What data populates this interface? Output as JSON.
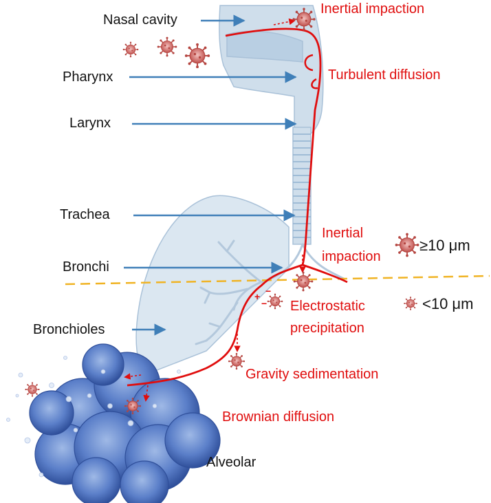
{
  "anatomy": {
    "nasal_cavity": "Nasal cavity",
    "pharynx": "Pharynx",
    "larynx": "Larynx",
    "trachea": "Trachea",
    "bronchi": "Bronchi",
    "bronchioles": "Bronchioles",
    "alveolar": "Alveolar"
  },
  "mechanisms": {
    "inertial_impaction_upper": "Inertial impaction",
    "turbulent_diffusion": "Turbulent diffusion",
    "inertial_impaction_lower_line1": "Inertial",
    "inertial_impaction_lower_line2": "impaction",
    "electrostatic_line1": "Electrostatic",
    "electrostatic_line2": "precipitation",
    "gravity_sedimentation": "Gravity sedimentation",
    "brownian_diffusion": "Brownian diffusion"
  },
  "size_legend": {
    "large": "≥10 μm",
    "small": "<10 μm"
  },
  "colors": {
    "anatomy_label": "#111111",
    "mechanism_label": "#e00d0d",
    "airflow_path": "#e00d0d",
    "arrow_blue": "#3f7fb8",
    "tissue": "#cfdeeb",
    "size_threshold_line": "#f0b323",
    "virus_particle": "#c0504d"
  }
}
